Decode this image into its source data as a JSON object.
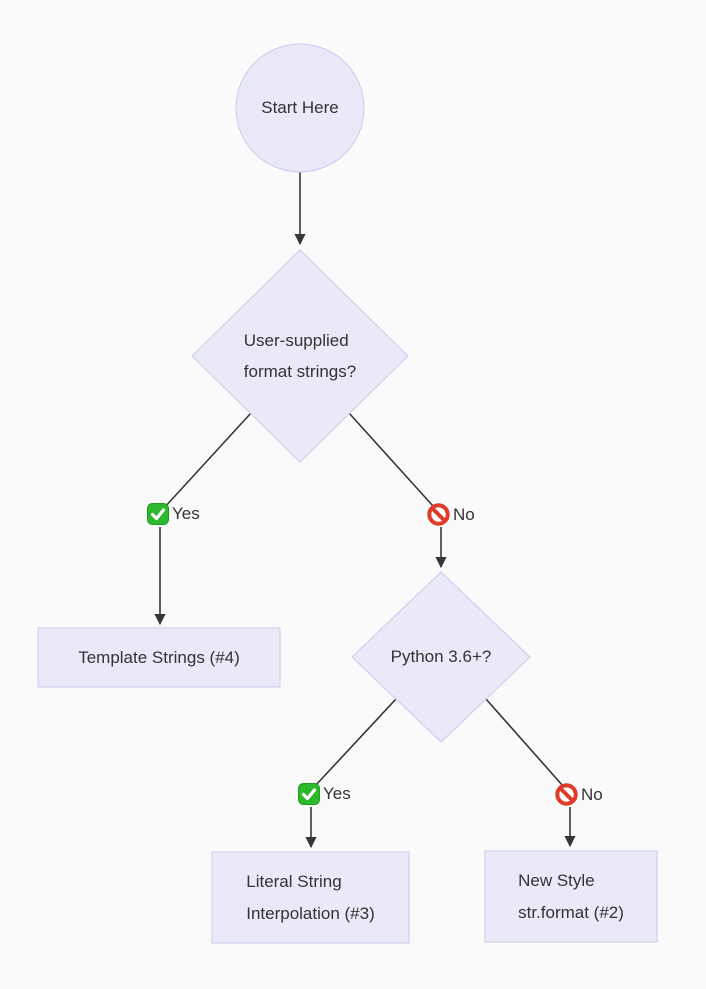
{
  "diagram": {
    "type": "flowchart",
    "colors": {
      "bg": "#fafafa",
      "node_fill": "#e9e9f8",
      "node_border": "#c9caf0",
      "edge_color": "#363636",
      "text_color": "#333333",
      "check_green": "#2eb82e",
      "check_green_dark": "#1d9e1d",
      "no_red": "#e03a2a"
    },
    "nodes": {
      "start": {
        "shape": "circle",
        "label": "Start Here"
      },
      "decision_format_strings": {
        "shape": "diamond",
        "line1": "User-supplied",
        "line2": "format strings?"
      },
      "decision_python": {
        "shape": "diamond",
        "label": "Python 3.6+?"
      },
      "result_template_strings": {
        "shape": "rect",
        "label": "Template Strings (#4)"
      },
      "result_literal_interpolation": {
        "shape": "rect",
        "line1": "Literal String",
        "line2": "Interpolation (#3)"
      },
      "result_new_style": {
        "shape": "rect",
        "line1": "New Style",
        "line2": "str.format (#2)"
      }
    },
    "edge_labels": {
      "yes1": {
        "icon": "check-mark-icon",
        "text": "Yes"
      },
      "no1": {
        "icon": "prohibited-icon",
        "text": "No"
      },
      "yes2": {
        "icon": "check-mark-icon",
        "text": "Yes"
      },
      "no2": {
        "icon": "prohibited-icon",
        "text": "No"
      }
    },
    "edges": [
      {
        "from": "start",
        "to": "decision_format_strings",
        "label": ""
      },
      {
        "from": "decision_format_strings",
        "to": "result_template_strings",
        "label": "Yes"
      },
      {
        "from": "decision_format_strings",
        "to": "decision_python",
        "label": "No"
      },
      {
        "from": "decision_python",
        "to": "result_literal_interpolation",
        "label": "Yes"
      },
      {
        "from": "decision_python",
        "to": "result_new_style",
        "label": "No"
      }
    ]
  }
}
